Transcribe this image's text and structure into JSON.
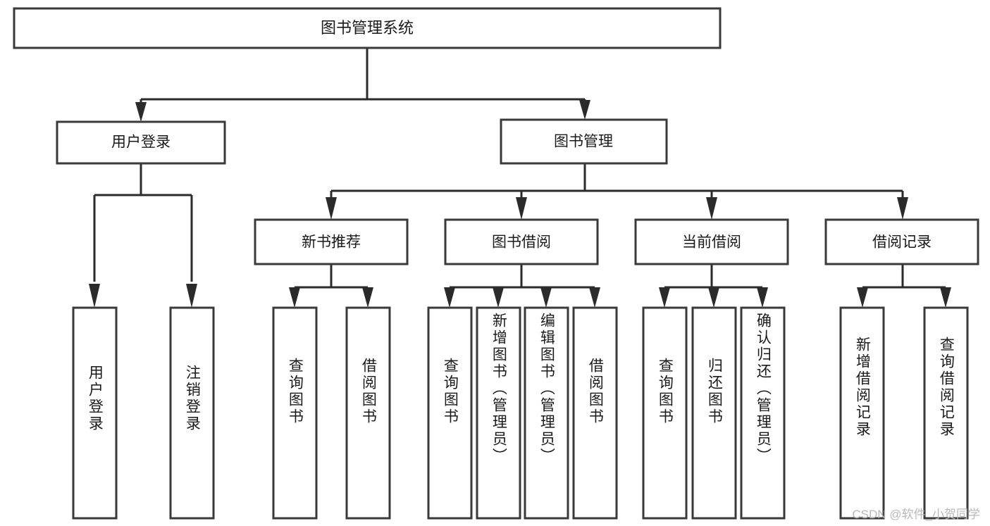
{
  "diagram": {
    "title": "图书管理系统",
    "type": "tree-hierarchy",
    "root": {
      "id": "root",
      "label": "图书管理系统"
    },
    "level2": [
      {
        "id": "user-login",
        "label": "用户登录"
      },
      {
        "id": "book-manage",
        "label": "图书管理"
      }
    ],
    "level3": [
      {
        "id": "new-book-rec",
        "label": "新书推荐",
        "parent": "book-manage"
      },
      {
        "id": "book-borrow",
        "label": "图书借阅",
        "parent": "book-manage"
      },
      {
        "id": "current-borrow",
        "label": "当前借阅",
        "parent": "book-manage"
      },
      {
        "id": "borrow-record",
        "label": "借阅记录",
        "parent": "book-manage"
      }
    ],
    "leaves": [
      {
        "id": "leaf-user-login",
        "label": "用户登录",
        "parent": "user-login"
      },
      {
        "id": "leaf-logout",
        "label": "注销登录",
        "parent": "user-login"
      },
      {
        "id": "leaf-query-book-rec",
        "label": "查询图书",
        "parent": "new-book-rec"
      },
      {
        "id": "leaf-borrow-book-rec",
        "label": "借阅图书",
        "parent": "new-book-rec"
      },
      {
        "id": "leaf-query-book-borrow",
        "label": "查询图书",
        "parent": "book-borrow"
      },
      {
        "id": "leaf-add-book",
        "label": "新增图书（管理员）",
        "parent": "book-borrow"
      },
      {
        "id": "leaf-edit-book",
        "label": "编辑图书（管理员）",
        "parent": "book-borrow"
      },
      {
        "id": "leaf-borrow-book",
        "label": "借阅图书",
        "parent": "book-borrow"
      },
      {
        "id": "leaf-query-book-cur",
        "label": "查询图书",
        "parent": "current-borrow"
      },
      {
        "id": "leaf-return-book",
        "label": "归还图书",
        "parent": "current-borrow"
      },
      {
        "id": "leaf-confirm-return",
        "label": "确认归还（管理员）",
        "parent": "current-borrow"
      },
      {
        "id": "leaf-add-record",
        "label": "新增借阅记录",
        "parent": "borrow-record"
      },
      {
        "id": "leaf-query-record",
        "label": "查询借阅记录",
        "parent": "borrow-record"
      }
    ]
  },
  "watermark": {
    "text": "CSDN @软件_小贺同学"
  },
  "colors": {
    "box_stroke": "#3a3a3a",
    "connector": "#2b2b2b",
    "text": "#1a1a1a",
    "background": "#ffffff",
    "watermark": "#b9b9b9"
  }
}
